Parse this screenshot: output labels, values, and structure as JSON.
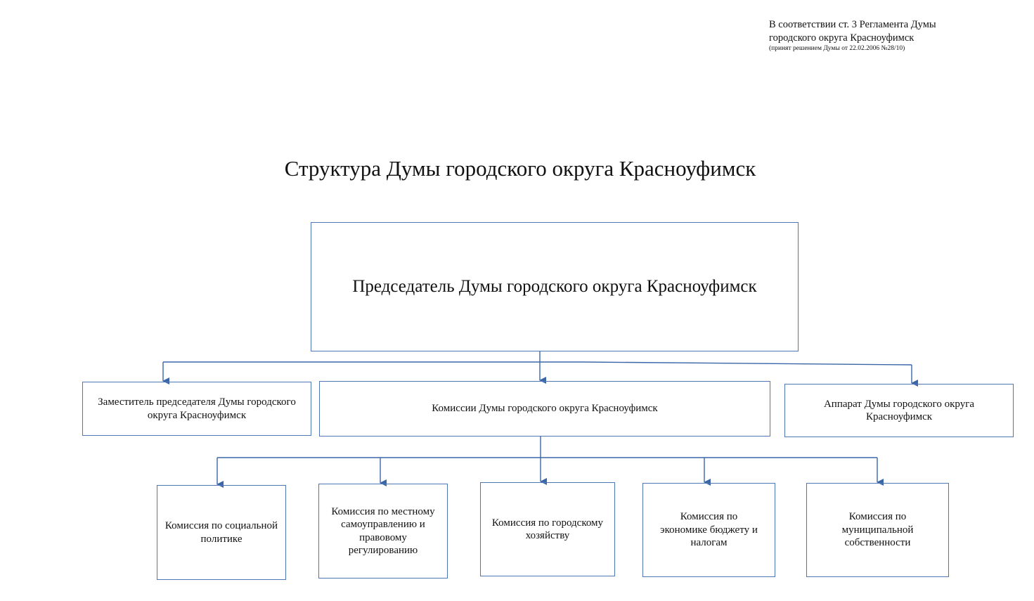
{
  "note": {
    "line": "В соответствии ст. 3 Регламента Думы городского округа Красноуфимск",
    "sub": "(принят решением Думы от 22.02.2006 №28/10)"
  },
  "title": "Структура Думы городского округа Красноуфимск",
  "chairman": "Председатель Думы городского округа Красноуфимск",
  "level2": {
    "deputy": "Заместитель председателя Думы городского округа Красноуфимск",
    "commissions": "Комиссии Думы городского округа Красноуфимск",
    "apparatus": "Аппарат Думы городского округа Красноуфимск"
  },
  "commissions": [
    "Комиссия по социальной политике",
    "Комиссия по местному самоуправлению и правовому регулированию",
    "Комиссия по городскому хозяйству",
    "Комиссия по экономике бюджету и налогам",
    "Комиссия по муниципальной собственности"
  ],
  "colors": {
    "line": "#3a66a8",
    "border": "#4f77b5"
  }
}
